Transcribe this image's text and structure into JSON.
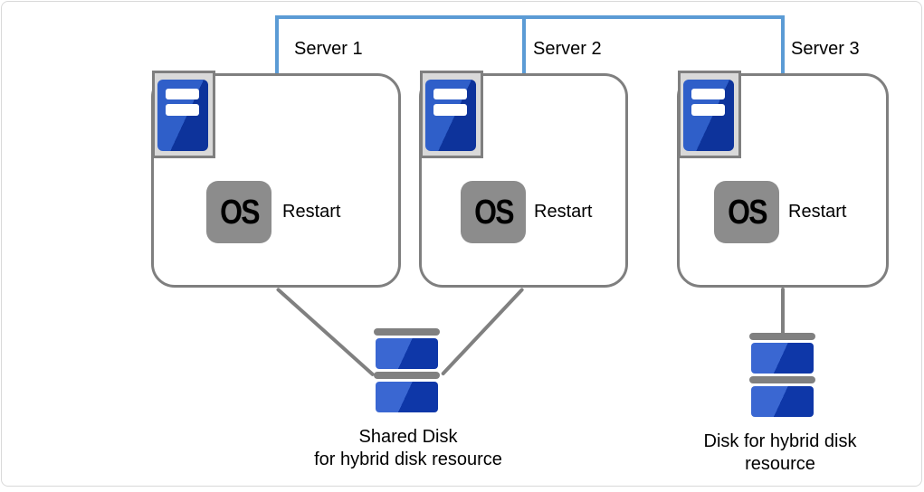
{
  "servers": [
    {
      "label": "Server 1",
      "os_label": "OS",
      "action_label": "Restart"
    },
    {
      "label": "Server 2",
      "os_label": "OS",
      "action_label": "Restart"
    },
    {
      "label": "Server 3",
      "os_label": "OS",
      "action_label": "Restart"
    }
  ],
  "disks": [
    {
      "line1": "Shared Disk",
      "line2": "for hybrid disk resource"
    },
    {
      "line1": "Disk for hybrid disk",
      "line2": "resource"
    }
  ],
  "icons": {
    "server_tower": "server-tower-icon",
    "os_badge": "os-icon",
    "disk_stack": "disk-stack-icon",
    "network": "network-line"
  },
  "colors": {
    "network_line": "#5B9BD5",
    "connector_gray": "#808080",
    "box_border": "#7F7F7F",
    "icon_frame_gray": "#D9D9D9",
    "tower_blue_light": "#2F5FC9",
    "tower_blue_dark": "#0D339B",
    "disk_blue_light": "#3A67D2",
    "disk_blue_dark": "#0E37A8",
    "os_badge_gray": "#8C8C8C"
  }
}
